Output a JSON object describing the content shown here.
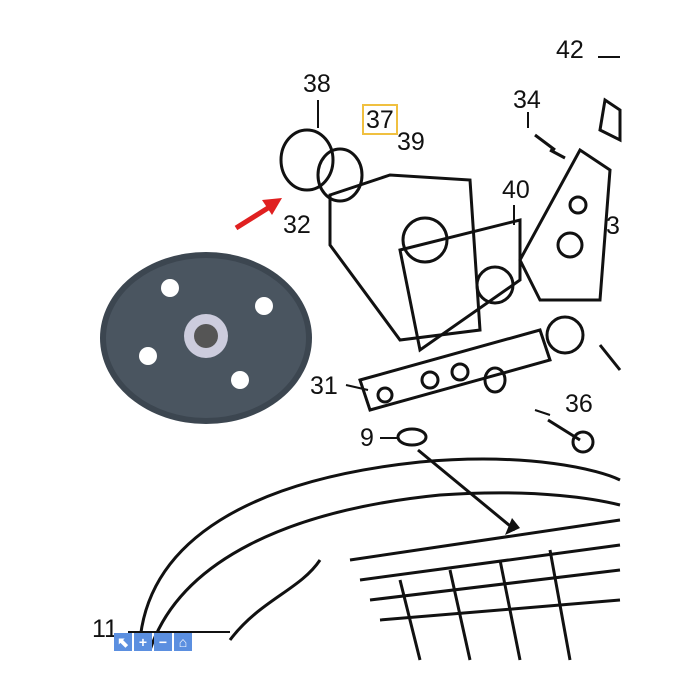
{
  "diagram": {
    "labels": {
      "l42": "42",
      "l38": "38",
      "l34": "34",
      "l37": "37",
      "l39": "39",
      "l40": "40",
      "l32": "32",
      "l3": "3",
      "l31": "31",
      "l36": "36",
      "l9": "9",
      "l11": "11"
    },
    "highlighted_label": "37",
    "highlight_color": "#f0c040",
    "arrow_color": "#e02020"
  },
  "controls": {
    "pointer": "⬉",
    "zoom_in": "+",
    "zoom_out": "−",
    "home": "⌂"
  }
}
